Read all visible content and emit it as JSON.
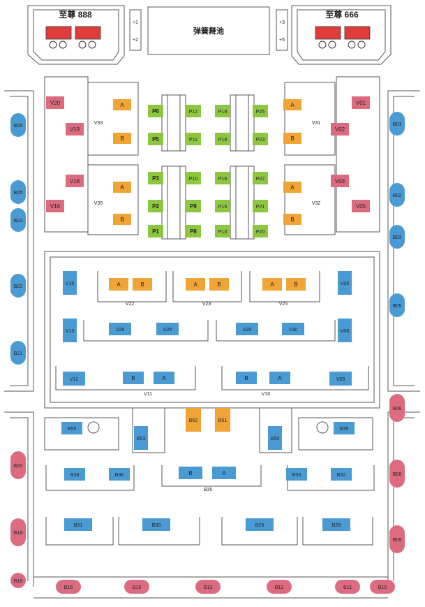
{
  "colors": {
    "blue": "#4a9bd4",
    "green": "#8dc63f",
    "orange": "#f0a436",
    "red": "#e03c3c",
    "pink": "#dd6b80",
    "line": "#555555"
  },
  "top": {
    "vip_left": "至尊 888",
    "vip_right": "至尊 666",
    "dance_floor": "弹簧舞池",
    "plus_left": [
      "+1",
      "+2"
    ],
    "plus_right": [
      "+3",
      "+5"
    ]
  },
  "section_labels": {
    "v33": "V33",
    "v35": "V35",
    "v31": "V31",
    "v32": "V32",
    "v22": "V22",
    "v23": "V23",
    "v25": "V25",
    "v11": "V11",
    "v10": "V10",
    "b35": "B35"
  },
  "seats": {
    "v_red_left": [
      "V20",
      "V19",
      "V18",
      "V16"
    ],
    "v_red_right": [
      "V01",
      "V02",
      "V03",
      "V05"
    ],
    "ab_orange": [
      "A",
      "B",
      "A",
      "B",
      "A",
      "B",
      "A",
      "B"
    ],
    "p_green": [
      "P6",
      "P5",
      "P3",
      "P2",
      "P1",
      "P12",
      "P11",
      "P10",
      "P9",
      "P8",
      "P19",
      "P18",
      "P16",
      "P15",
      "P13",
      "P25",
      "P23",
      "P22",
      "P21",
      "P20"
    ],
    "v22_ab": [
      "A",
      "B"
    ],
    "v23_ab": [
      "A",
      "B"
    ],
    "v25_ab": [
      "A",
      "B"
    ],
    "v_blue": [
      "V15",
      "V13",
      "V12",
      "V26",
      "V28",
      "V29",
      "V30",
      "V06",
      "V08",
      "V09"
    ],
    "v11_ab": [
      "B",
      "A"
    ],
    "v10_ab": [
      "B",
      "A"
    ],
    "b_orange": [
      "B52",
      "B51"
    ],
    "b_blue": [
      "B55",
      "B53",
      "B50",
      "B39",
      "B38",
      "B36",
      "B33",
      "B32",
      "B31",
      "B30",
      "B29",
      "B28"
    ],
    "b35_ab": [
      "B",
      "A"
    ],
    "outer_left_blue": [
      "B26",
      "B25",
      "B23",
      "B22",
      "B21"
    ],
    "outer_right_blue": [
      "B01",
      "B02",
      "B03",
      "B05"
    ],
    "outer_left_pink": [
      "B20",
      "B19",
      "B18"
    ],
    "outer_right_pink": [
      "B06",
      "B08",
      "B09"
    ],
    "bottom_pink": [
      "B16",
      "B15",
      "B13",
      "B12",
      "B11",
      "B10"
    ]
  }
}
